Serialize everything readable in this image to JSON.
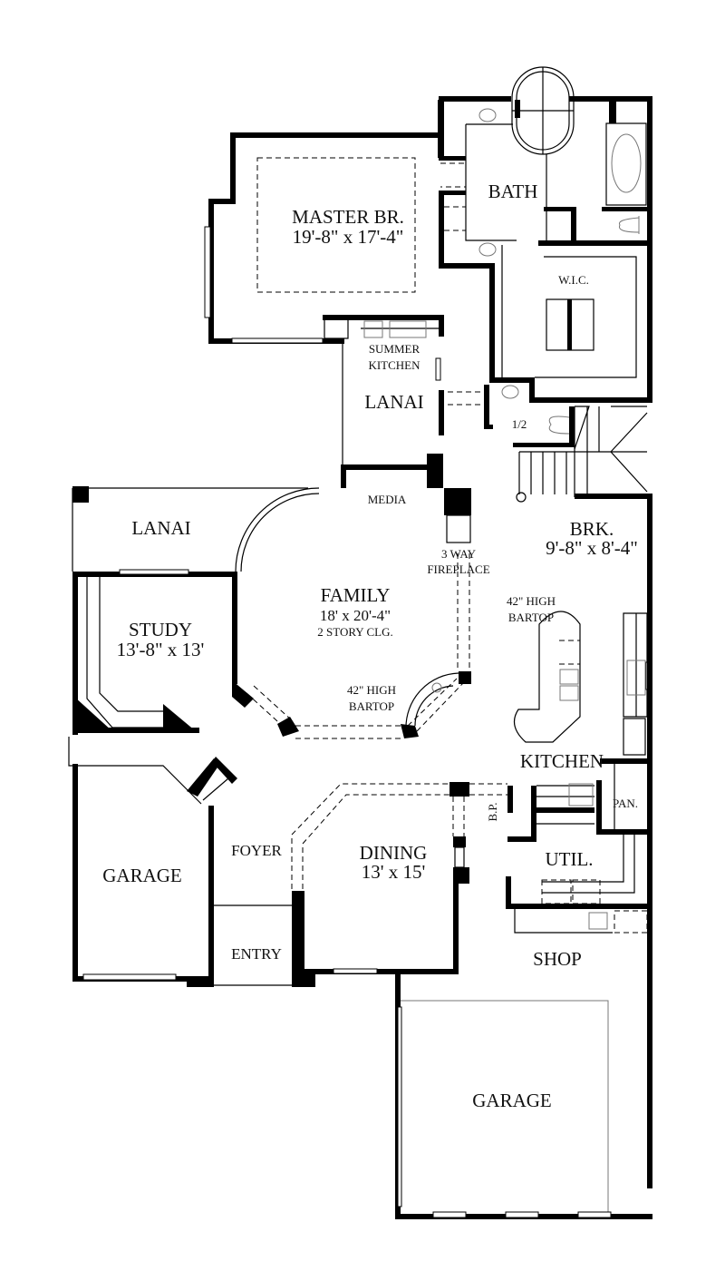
{
  "plan": {
    "type": "floor plan",
    "rooms": [
      {
        "id": "master",
        "name": "MASTER BR.",
        "size": "19'-8\" x 17'-4\""
      },
      {
        "id": "bath",
        "name": "BATH"
      },
      {
        "id": "wic",
        "name": "W.I.C."
      },
      {
        "id": "summer_kitchen",
        "name": "SUMMER",
        "name2": "KITCHEN"
      },
      {
        "id": "lanai_upper",
        "name": "LANAI"
      },
      {
        "id": "half_bath",
        "name": "1/2"
      },
      {
        "id": "media",
        "name": "MEDIA"
      },
      {
        "id": "lanai_left",
        "name": "LANAI"
      },
      {
        "id": "brk",
        "name": "BRK.",
        "size": "9'-8\" x 8'-4\""
      },
      {
        "id": "fireplace",
        "name": "3 WAY",
        "name2": "FIREPLACE"
      },
      {
        "id": "family",
        "name": "FAMILY",
        "size": "18' x 20'-4\"",
        "note": "2 STORY CLG."
      },
      {
        "id": "study",
        "name": "STUDY",
        "size": "13'-8\" x 13'"
      },
      {
        "id": "bartop_family",
        "name": "42\" HIGH",
        "name2": "BARTOP"
      },
      {
        "id": "bartop_kitchen",
        "name": "42\" HIGH",
        "name2": "BARTOP"
      },
      {
        "id": "kitchen",
        "name": "KITCHEN"
      },
      {
        "id": "pantry",
        "name": "PAN."
      },
      {
        "id": "bp",
        "name": "B.P."
      },
      {
        "id": "foyer",
        "name": "FOYER"
      },
      {
        "id": "dining",
        "name": "DINING",
        "size": "13' x 15'"
      },
      {
        "id": "util",
        "name": "UTIL."
      },
      {
        "id": "garage_left",
        "name": "GARAGE"
      },
      {
        "id": "entry",
        "name": "ENTRY"
      },
      {
        "id": "shop",
        "name": "SHOP"
      },
      {
        "id": "garage_right",
        "name": "GARAGE"
      }
    ]
  },
  "colors": {
    "wall": "#000000",
    "background": "#ffffff",
    "fixture": "#777777"
  }
}
